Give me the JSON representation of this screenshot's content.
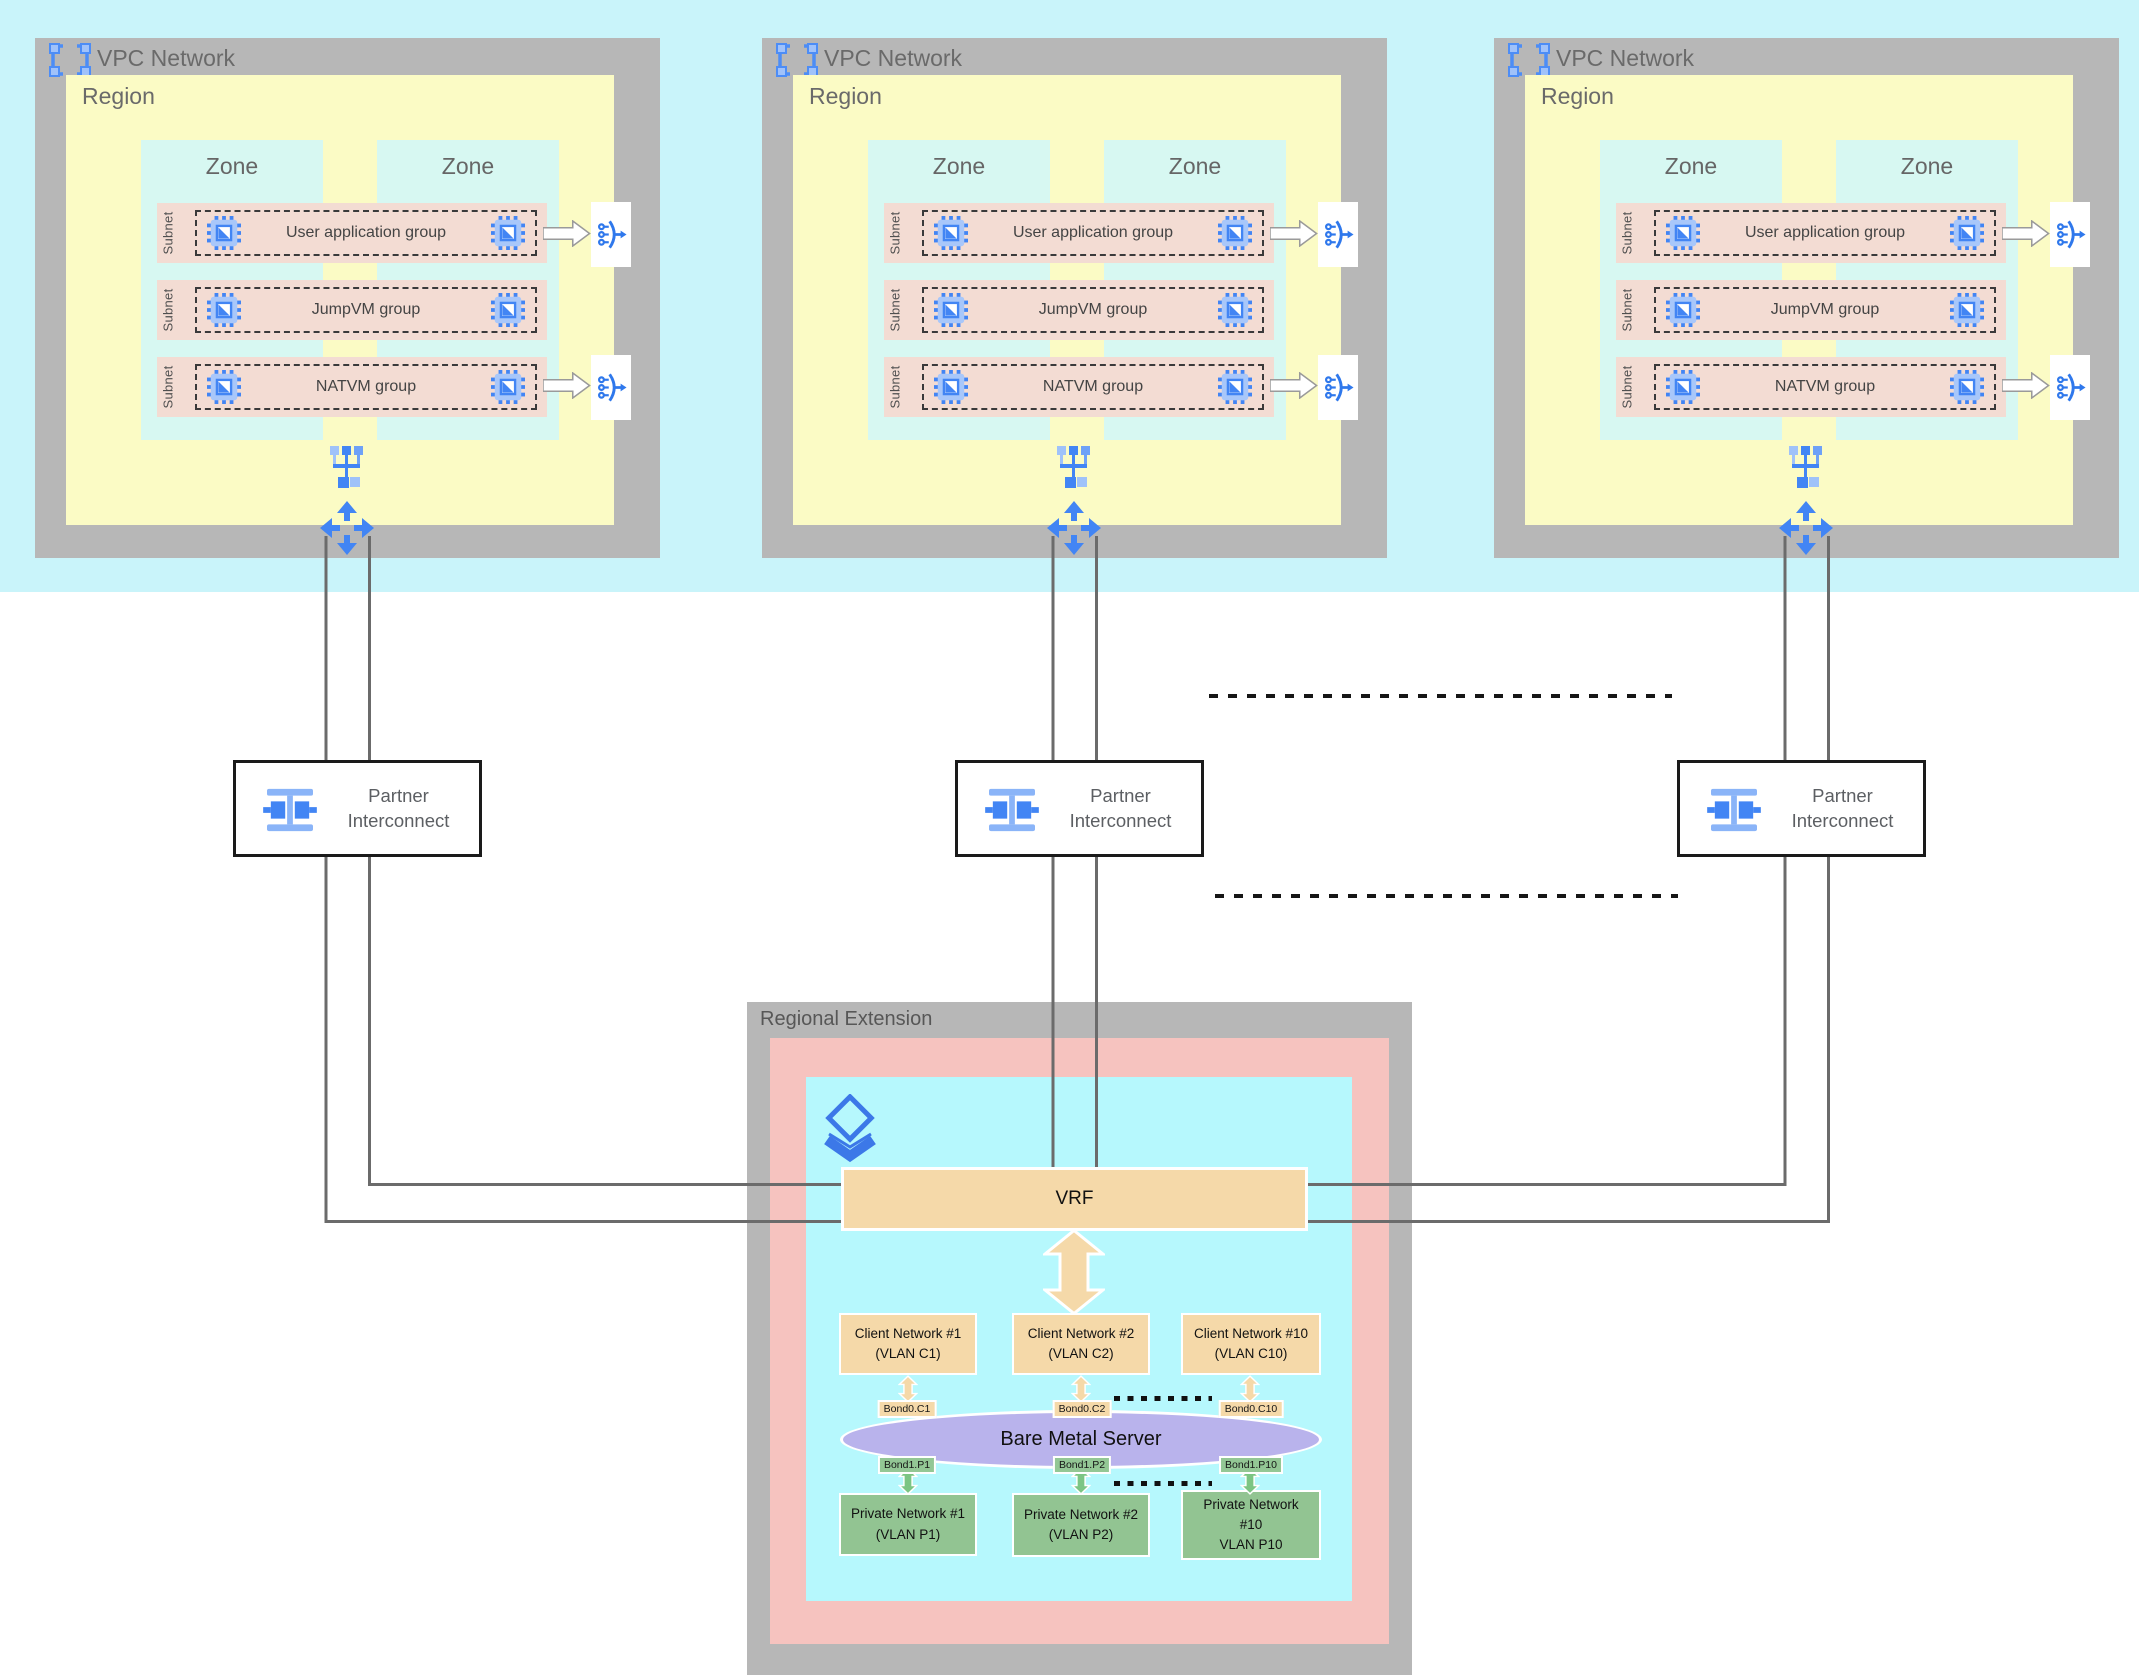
{
  "vpcs": [
    {
      "title": "VPC Network",
      "region_label": "Region",
      "zones": [
        "Zone",
        "Zone"
      ],
      "subnets": [
        {
          "label": "Subnet",
          "group": "User application group"
        },
        {
          "label": "Subnet",
          "group": "JumpVM group"
        },
        {
          "label": "Subnet",
          "group": "NATVM group"
        }
      ]
    },
    {
      "title": "VPC Network",
      "region_label": "Region",
      "zones": [
        "Zone",
        "Zone"
      ],
      "subnets": [
        {
          "label": "Subnet",
          "group": "User application group"
        },
        {
          "label": "Subnet",
          "group": "JumpVM group"
        },
        {
          "label": "Subnet",
          "group": "NATVM group"
        }
      ]
    },
    {
      "title": "VPC Network",
      "region_label": "Region",
      "zones": [
        "Zone",
        "Zone"
      ],
      "subnets": [
        {
          "label": "Subnet",
          "group": "User application group"
        },
        {
          "label": "Subnet",
          "group": "JumpVM group"
        },
        {
          "label": "Subnet",
          "group": "NATVM group"
        }
      ]
    }
  ],
  "interconnects": [
    {
      "line1": "Partner",
      "line2": "Interconnect"
    },
    {
      "line1": "Partner",
      "line2": "Interconnect"
    },
    {
      "line1": "Partner",
      "line2": "Interconnect"
    }
  ],
  "regional_extension": {
    "title": "Regional Extension",
    "vrf_label": "VRF",
    "client_networks": [
      {
        "line1": "Client Network #1",
        "line2": "(VLAN C1)"
      },
      {
        "line1": "Client Network #2",
        "line2": "(VLAN C2)"
      },
      {
        "line1": "Client Network #10",
        "line2": "(VLAN C10)"
      }
    ],
    "bond0_labels": [
      "Bond0.C1",
      "Bond0.C2",
      "Bond0.C10"
    ],
    "server_label": "Bare Metal Server",
    "bond1_labels": [
      "Bond1.P1",
      "Bond1.P2",
      "Bond1.P10"
    ],
    "private_networks": [
      {
        "lines": [
          "Private Network #1",
          "(VLAN P1)"
        ]
      },
      {
        "lines": [
          "Private Network #2",
          "(VLAN P2)"
        ]
      },
      {
        "lines": [
          "Private Network",
          "#10",
          "VLAN P10"
        ]
      }
    ]
  },
  "icons": {
    "vpc-network-icon": "blue corner brackets",
    "vm-instance-icon": "blue compute chip",
    "load-balancer-icon": "blue prongs with arc and arrow",
    "network-icon": "blue network tree",
    "routes-icon": "blue four-way arrows",
    "partner-interconnect-icon": "blue plug beam",
    "bare-metal-layers-icon": "blue stacked diamond",
    "egress-arrow": "white block arrow",
    "vertical-double-arrow": "double headed arrow"
  },
  "colors": {
    "google_blue": "#4285f4",
    "light_blue": "#8ab4f8",
    "frame_gray": "#b7b7b7",
    "outer_cyan": "#c9f4fa",
    "region_yellow": "#fbfbc5",
    "zone_cyan": "#d7f8f2",
    "subnet_pink": "#f3dcd3",
    "re_pink": "#f6c3bf",
    "re_cyan": "#b6f8fd",
    "orange": "#f5d9a9",
    "purple": "#b9b3ec",
    "green_box": "#92c492",
    "green_arrow": "#7cc584",
    "wire_gray": "#6b6b6b"
  }
}
